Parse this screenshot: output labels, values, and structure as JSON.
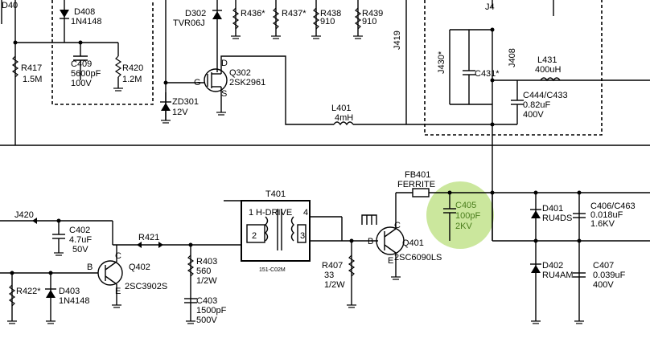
{
  "components": {
    "D408": {
      "ref": "D408",
      "value": "1N4148"
    },
    "R417": {
      "ref": "R417",
      "value": "1.5M"
    },
    "C409": {
      "ref": "C409",
      "value": "5600pF",
      "rating": "100V"
    },
    "R420": {
      "ref": "R420",
      "value": "1.2M"
    },
    "D302": {
      "ref": "D302",
      "value": "TVR06J"
    },
    "R436": {
      "ref": "R436*"
    },
    "R437": {
      "ref": "R437*"
    },
    "R438": {
      "ref": "R438",
      "value": "910"
    },
    "R439": {
      "ref": "R439",
      "value": "910"
    },
    "Q302": {
      "ref": "Q302",
      "value": "2SK2961",
      "pin_g": "G",
      "pin_d": "D",
      "pin_s": "S"
    },
    "ZD301": {
      "ref": "ZD301",
      "value": "12V"
    },
    "J419": {
      "ref": "J419"
    },
    "L401": {
      "ref": "L401",
      "value": "4mH"
    },
    "J430": {
      "ref": "J430*"
    },
    "C431": {
      "ref": "C431*"
    },
    "J408": {
      "ref": "J408"
    },
    "L431": {
      "ref": "L431",
      "value": "400uH"
    },
    "C444": {
      "ref": "C444/C433",
      "value": "0.82uF",
      "rating": "400V"
    },
    "J420": {
      "ref": "J420"
    },
    "C402": {
      "ref": "C402",
      "value": "4.7uF",
      "rating": "50V"
    },
    "R421": {
      "ref": "R421"
    },
    "T401": {
      "ref": "T401",
      "name": "H-DRIVE",
      "part": "151-C02M",
      "pin1": "1",
      "pin2": "2",
      "pin3": "3",
      "pin4": "4"
    },
    "Q402": {
      "ref": "Q402",
      "value": "2SC3902S",
      "pin_b": "B",
      "pin_c": "C",
      "pin_e": "E"
    },
    "R403": {
      "ref": "R403",
      "value": "560",
      "rating": "1/2W"
    },
    "C403": {
      "ref": "C403",
      "value": "1500pF",
      "rating": "500V"
    },
    "R407": {
      "ref": "R407",
      "value": "33",
      "rating": "1/2W"
    },
    "R422": {
      "ref": "R422*"
    },
    "D403": {
      "ref": "D403",
      "value": "1N4148"
    },
    "Q401": {
      "ref": "Q401",
      "value": "2SC6090LS",
      "pin_b": "B",
      "pin_c": "C",
      "pin_e": "E"
    },
    "FB401": {
      "ref": "FB401",
      "value": "FERRITE"
    },
    "C405": {
      "ref": "C405",
      "value": "100pF",
      "rating": "2KV"
    },
    "D401": {
      "ref": "D401",
      "value": "RU4DS"
    },
    "D402": {
      "ref": "D402",
      "value": "RU4AM"
    },
    "C406": {
      "ref": "C406/C463",
      "value": "0.018uF",
      "rating": "1.6KV"
    },
    "C407": {
      "ref": "C407",
      "value": "0.039uF",
      "rating": "400V"
    }
  },
  "partial_labels": {
    "top_left": "D40",
    "top_right": "J4"
  },
  "highlight": {
    "target": "C405",
    "color": "#b9df7c"
  }
}
